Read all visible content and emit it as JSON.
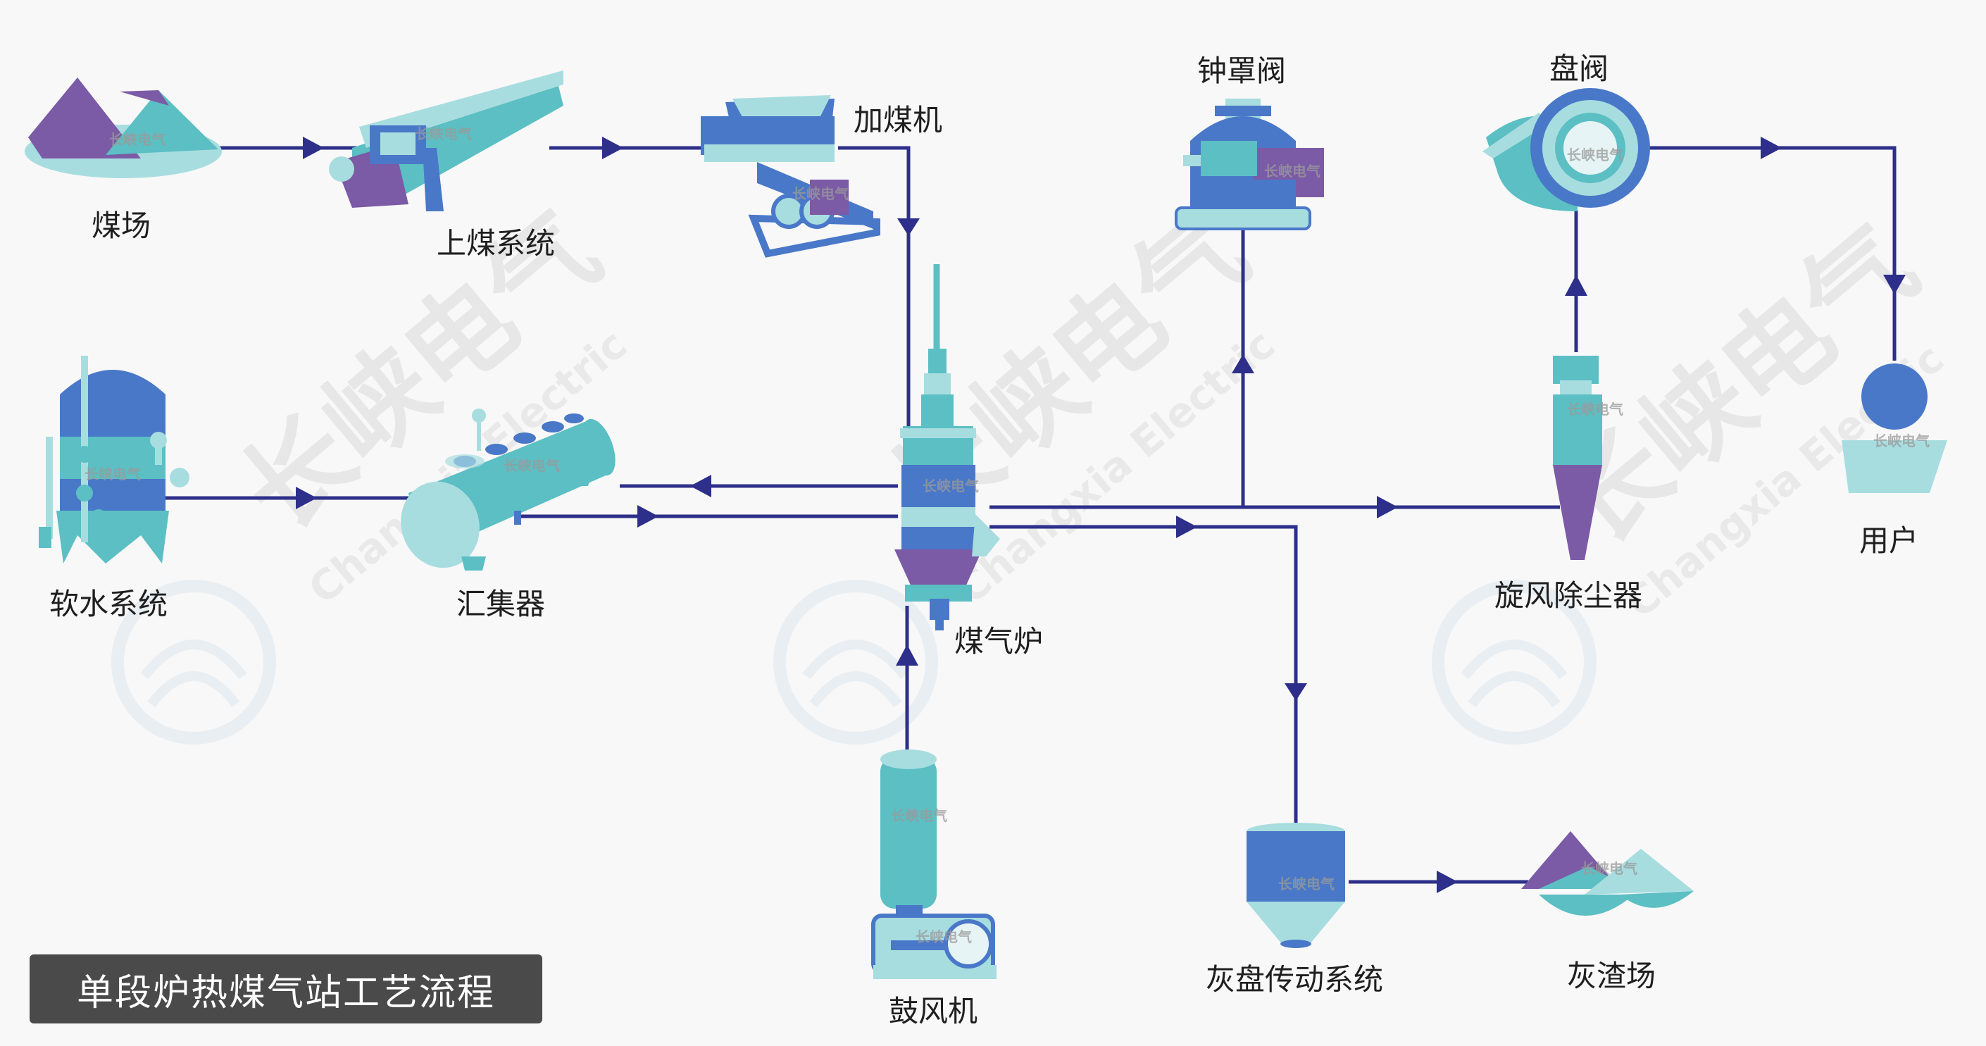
{
  "title": "单段炉热煤气站工艺流程",
  "watermark": {
    "brand_cn": "长峡电气",
    "brand_en": "Changxia Electric"
  },
  "colors": {
    "flow_line": "#2d2f8a",
    "teal": "#5bbfc4",
    "blue": "#4a78c8",
    "purple": "#7b5aa6",
    "light_teal": "#a8dde0"
  },
  "components": {
    "coal_yard": "煤场",
    "coal_feed_system": "上煤系统",
    "coal_feeder": "加煤机",
    "bell_valve": "钟罩阀",
    "disc_valve": "盘阀",
    "soft_water_system": "软水系统",
    "header": "汇集器",
    "gasifier": "煤气炉",
    "cyclone": "旋风除尘器",
    "user": "用户",
    "blower": "鼓风机",
    "ash_pan_drive": "灰盘传动系统",
    "ash_yard": "灰渣场"
  }
}
